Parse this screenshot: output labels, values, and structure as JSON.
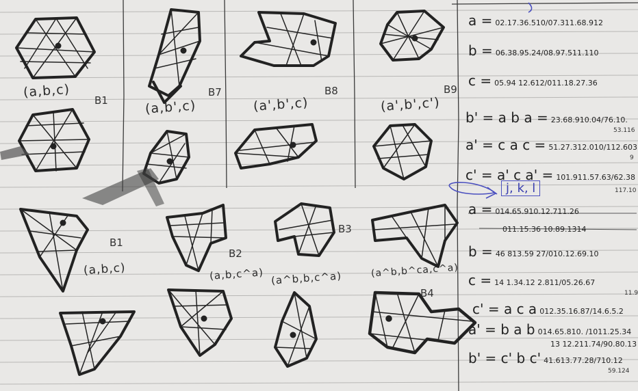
{
  "figure_labels": [
    {
      "text": "(a,b,c)",
      "id": ""
    },
    {
      "text": "(a,b',c)",
      "id": "B7"
    },
    {
      "text": "(a',b',c)",
      "id": "B8"
    },
    {
      "text": "(a',b',c')",
      "id": "B9"
    },
    {
      "text": "(a,b,c)",
      "id": "B1"
    },
    {
      "text": "(a,b,c^a)",
      "id": "B2"
    },
    {
      "text": "(a^b,b,c^a)",
      "id": "B3"
    },
    {
      "text": "(a^b,b^ca,c^a)",
      "id": "B4"
    }
  ],
  "top_left_id": "B1",
  "cycles_top": [
    {
      "lhs": "a =",
      "rhs": "02.17.36.510/07.311.68.912"
    },
    {
      "lhs": "b =",
      "rhs": "06.38.95.24/08.97.511.110"
    },
    {
      "lhs": "c =",
      "rhs": "05.94 12.612/011.18.27.36"
    },
    {
      "lhs": "b' = a b a =",
      "rhs": "23.68.910.04/76.10."
    },
    {
      "lhs": "a' = c a c =",
      "rhs": "51.27.312.010/112.603"
    },
    {
      "lhs": "c' = a' c a' =",
      "rhs": "101.911.57.63/62.38"
    }
  ],
  "cycles_top_notes": [
    "53.116",
    "9",
    "117.10"
  ],
  "boxed_label": "j, k, l",
  "cycles_bottom": [
    {
      "lhs": "a =",
      "rhs": "014.65.910.12.711.26"
    },
    {
      "lhs": "",
      "rhs": "011.15.36 10.89.1314"
    },
    {
      "lhs": "b =",
      "rhs": "46 813.59 27/010.12.69.10"
    },
    {
      "lhs": "c =",
      "rhs": "14 1.34.12 2.811/05.26.67"
    },
    {
      "lhs": "c' = a c a",
      "rhs": "012.35.16.87/14.6.5.2"
    },
    {
      "lhs": "a' = b a b",
      "rhs": "014.65.810. /1011.25.34"
    },
    {
      "lhs": "",
      "rhs": "13 12.211.74/90.80.13"
    },
    {
      "lhs": "b' = c' b c'",
      "rhs": "41.613.77.28/710.12"
    }
  ],
  "cycles_bottom_notes": [
    "11.9",
    "59.124"
  ]
}
